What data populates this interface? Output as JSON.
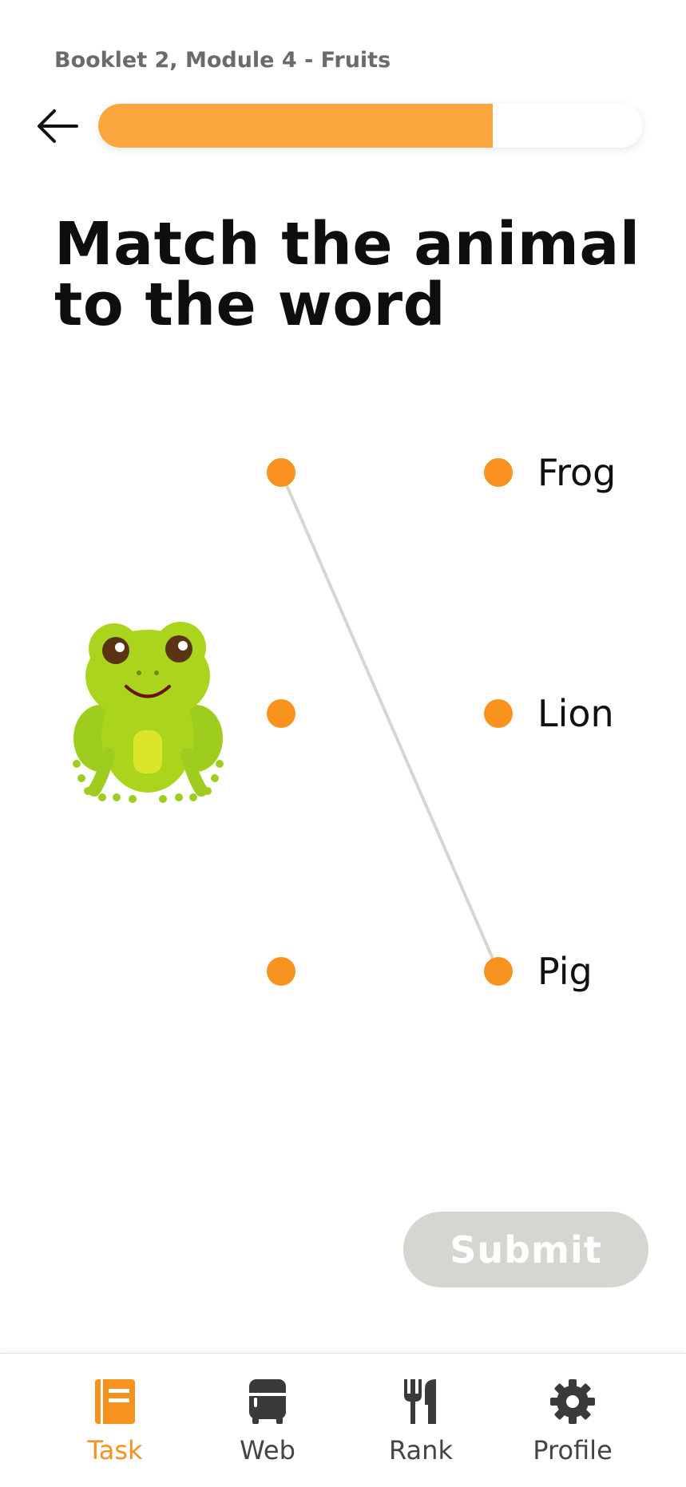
{
  "header": {
    "breadcrumb": "Booklet 2, Module 4 - Fruits",
    "back_icon": "arrow-left-icon",
    "progress": 0.725,
    "progress_color": "#fba63c"
  },
  "question": {
    "title": "Match the animal to the word"
  },
  "matching": {
    "image": "frog-illustration",
    "words": [
      "Frog",
      "Lion",
      "Pig"
    ],
    "dot_color": "#f7921e",
    "line_color": "#d8d6d0",
    "connections": [
      {
        "from_left_row": 1,
        "to_right_row": 3
      }
    ]
  },
  "submit": {
    "label": "Submit",
    "enabled": false,
    "disabled_color": "#d7d5d0"
  },
  "bottom_nav": {
    "active_color": "#f7921e",
    "items": [
      {
        "label": "Task",
        "icon": "book-icon",
        "active": true
      },
      {
        "label": "Web",
        "icon": "fridge-icon",
        "active": false
      },
      {
        "label": "Rank",
        "icon": "fork-knife-icon",
        "active": false
      },
      {
        "label": "Profile",
        "icon": "gear-icon",
        "active": false
      }
    ]
  }
}
